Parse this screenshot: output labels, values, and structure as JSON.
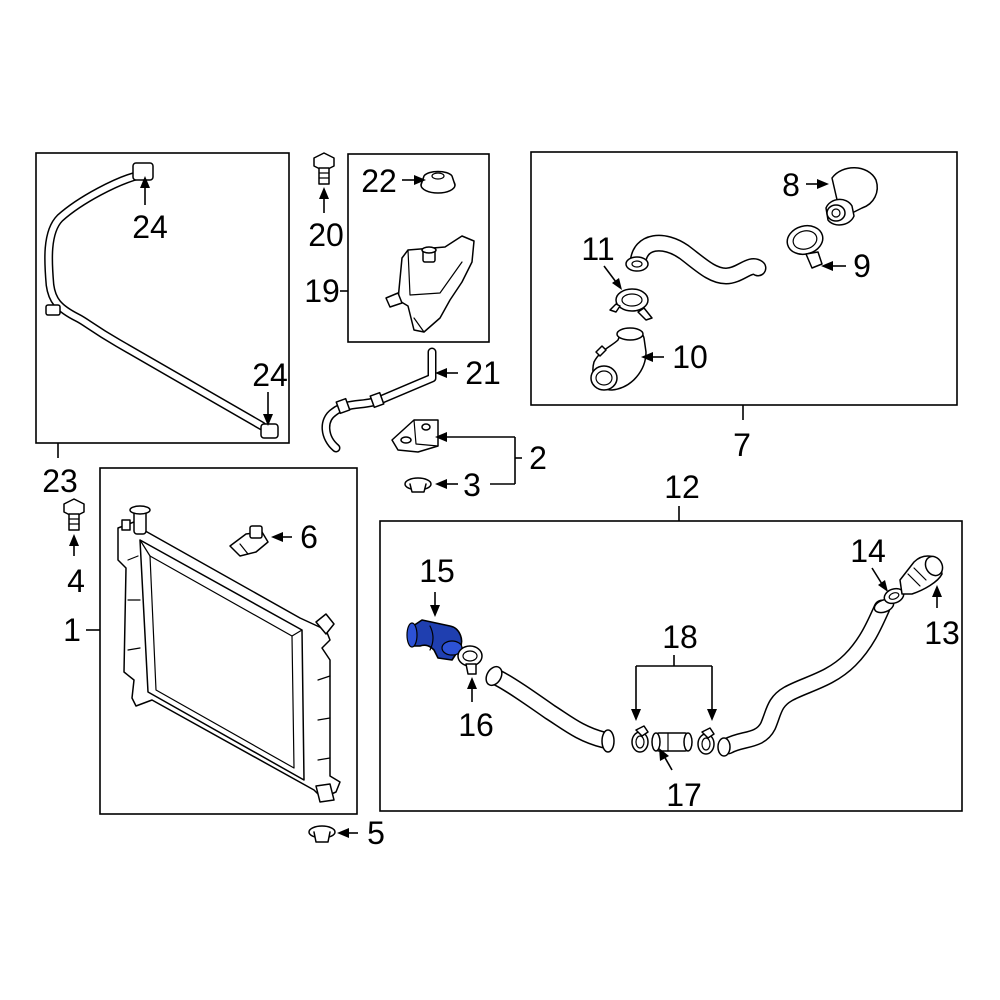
{
  "diagram": {
    "highlight_color": "#1f3fb0",
    "line_color": "#000000",
    "background_color": "#ffffff",
    "callouts": {
      "c1": "1",
      "c2": "2",
      "c3": "3",
      "c4": "4",
      "c5": "5",
      "c6": "6",
      "c7": "7",
      "c8": "8",
      "c9": "9",
      "c10": "10",
      "c11": "11",
      "c12": "12",
      "c13": "13",
      "c14": "14",
      "c15": "15",
      "c16": "16",
      "c17": "17",
      "c18": "18",
      "c19": "19",
      "c20": "20",
      "c21": "21",
      "c22": "22",
      "c23": "23",
      "c24a": "24",
      "c24b": "24"
    }
  }
}
